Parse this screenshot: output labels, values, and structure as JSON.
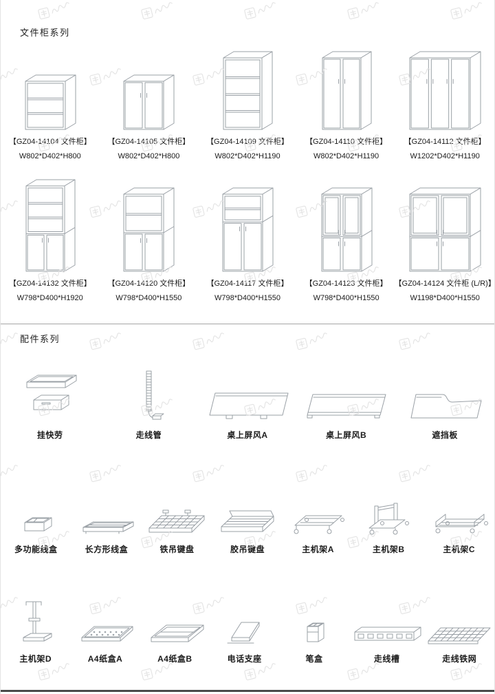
{
  "cabinet_section": {
    "title": "文件柜系列",
    "rows": [
      {
        "items": [
          {
            "code": "【GZ04-14104 文件柜】",
            "dims": "W802*D402*H800",
            "icon": "cabinet-open-low"
          },
          {
            "code": "【GZ04-14105 文件柜】",
            "dims": "W802*D402*H800",
            "icon": "cabinet-doors-low"
          },
          {
            "code": "【GZ04-14109 文件柜】",
            "dims": "W802*D402*H1190",
            "icon": "cabinet-open-mid"
          },
          {
            "code": "【GZ04-14110 文件柜】",
            "dims": "W802*D402*H1190",
            "icon": "cabinet-doors-mid"
          },
          {
            "code": "【GZ04-14112 文件柜】",
            "dims": "W1202*D402*H1190",
            "icon": "cabinet-doors-wide"
          }
        ]
      },
      {
        "items": [
          {
            "code": "【GZ04-14132 文件柜】",
            "dims": "W798*D400*H1920",
            "icon": "cabinet-open-doors-tall"
          },
          {
            "code": "【GZ04-14120 文件柜】",
            "dims": "W798*D400*H1550",
            "icon": "cabinet-open-doors-a"
          },
          {
            "code": "【GZ04-14117 文件柜】",
            "dims": "W798*D400*H1550",
            "icon": "cabinet-open-doors-b"
          },
          {
            "code": "【GZ04-14123 文件柜】",
            "dims": "W798*D400*H1550",
            "icon": "cabinet-glass-doors"
          },
          {
            "code": "【GZ04-14124 文件柜 (L/R)】",
            "dims": "W1198*D400*H1550",
            "icon": "cabinet-glass-wide"
          }
        ]
      }
    ]
  },
  "accessory_section": {
    "title": "配件系列",
    "rows": [
      {
        "items": [
          {
            "label": "挂快劳",
            "icon": "hanging-file"
          },
          {
            "label": "走线管",
            "icon": "cable-tube"
          },
          {
            "label": "桌上屏风A",
            "icon": "desk-screen-a"
          },
          {
            "label": "桌上屏风B",
            "icon": "desk-screen-b"
          },
          {
            "label": "遮挡板",
            "icon": "shield-board"
          }
        ]
      },
      {
        "items": [
          {
            "label": "多功能线盒",
            "icon": "multi-cable-box"
          },
          {
            "label": "长方形线盒",
            "icon": "rect-cable-box"
          },
          {
            "label": "铁吊键盘",
            "icon": "metal-keyboard-tray"
          },
          {
            "label": "胶吊键盘",
            "icon": "plastic-keyboard-tray"
          },
          {
            "label": "主机架A",
            "icon": "cpu-holder-a"
          },
          {
            "label": "主机架B",
            "icon": "cpu-holder-b"
          },
          {
            "label": "主机架C",
            "icon": "cpu-holder-c"
          }
        ]
      },
      {
        "items": [
          {
            "label": "主机架D",
            "icon": "cpu-holder-d"
          },
          {
            "label": "A4纸盒A",
            "icon": "a4-tray-a"
          },
          {
            "label": "A4纸盒B",
            "icon": "a4-tray-b"
          },
          {
            "label": "电话支座",
            "icon": "phone-stand"
          },
          {
            "label": "笔盒",
            "icon": "pen-box"
          },
          {
            "label": "走线槽",
            "icon": "cable-trough"
          },
          {
            "label": "走线铁网",
            "icon": "cable-mesh"
          }
        ]
      }
    ]
  },
  "colors": {
    "line_art": "#9aa0a6",
    "watermark": "#e2e2e2",
    "divider": "#a5a5a5",
    "bottom_bar": "#4a4a4a"
  }
}
